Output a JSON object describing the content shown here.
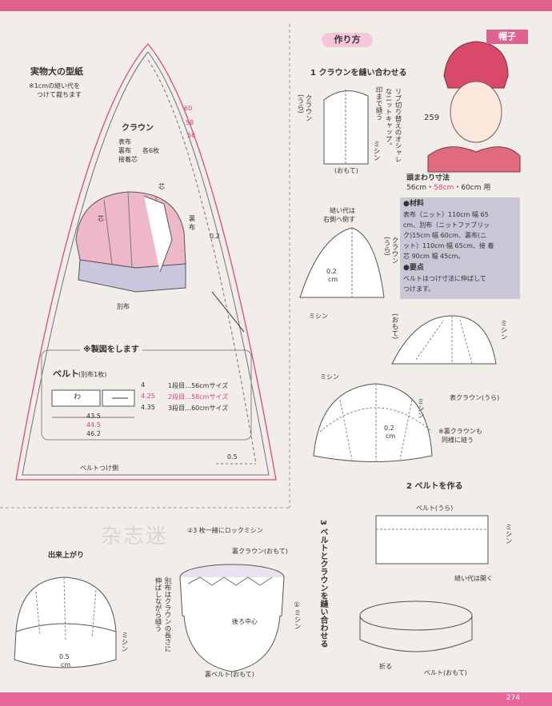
{
  "page": {
    "number": "274",
    "category_tag": "帽子",
    "section_title": "作り方",
    "watermark": "杂志迷"
  },
  "pattern": {
    "title": "実物大の型紙",
    "note": [
      "※1cmの縫い代を",
      "つけて裁ちます"
    ],
    "crown_label": "クラウン",
    "crown_fabrics": [
      "表布",
      "裏布",
      "接着芯"
    ],
    "crown_count": "各6枚",
    "size_marks": [
      "60",
      "58",
      "56"
    ],
    "seam_value": "0.2",
    "diagram_labels": {
      "core1": "芯",
      "core2": "芯",
      "lining": [
        "裏",
        "布"
      ],
      "separate": "別布"
    },
    "drafting_title": "※製図をします",
    "belt_title": "ベルト",
    "belt_note": "(別布1枚)",
    "belt_fold": "わ",
    "heights": [
      "4",
      "4.25",
      "4.35"
    ],
    "rows": [
      "1段目…56cmサイズ",
      "2段目…58cmサイズ",
      "3段目…60cmサイズ"
    ],
    "lengths": [
      "43.5",
      "44.5",
      "46.2"
    ],
    "belt_side": "ベルトつけ側",
    "belt_side_value": "0.5"
  },
  "hat": {
    "number": "259",
    "caption": [
      "リブ切り替えのオシャレ",
      "なニットキャップ。"
    ],
    "head_title": "頭まわり寸法",
    "head_sizes": {
      "s1": "56cm・",
      "s2": "58cm",
      "s3": "・60cm 用"
    }
  },
  "materials": {
    "heading": "●材料",
    "text": [
      "表布（ニット）110cm 幅 65",
      "cm、別布（ニットファブリッ",
      "ク)15cm 幅 60cm、裏布(ニ",
      "ット）110cm 幅 65cm、接 着",
      "芯 90cm 幅 45cm。"
    ],
    "point_heading": "●要点",
    "point_text": [
      "ベルトはつけ寸法に伸ばして",
      "つけます。"
    ]
  },
  "steps": {
    "s1": {
      "title": "1 クラウンを縫い合わせる",
      "crown_back": [
        "クラウン",
        "(うら)"
      ],
      "sew_to": [
        "印まで縫う"
      ],
      "front": "(おもて)",
      "machine": "ミシン",
      "seam_fold": [
        "縫い代は",
        "右側へ倒す"
      ],
      "crown2": [
        "クラウン",
        "(うら)"
      ],
      "seam_02": [
        "0.2",
        "cm"
      ],
      "machine2": "ミシン",
      "front2": "(おもて)",
      "machine3": "ミシン",
      "machine4": "ミシン",
      "outer_crown": "表クラウン(うら)",
      "machine5": "ミシン",
      "seam_02b": [
        "0.2",
        "cm"
      ],
      "back_note": [
        "※裏クラウンも",
        "同様に縫う"
      ]
    },
    "s2": {
      "title": "2 ベルトを作る",
      "belt_back": "ベルト(うら)",
      "machine": "ミシン",
      "open_seam": "縫い代は開く",
      "fold": "折る",
      "belt_front": "ベルト(おもて)"
    },
    "s3": {
      "title": "3 ベルトとクラウンを縫い合わせる",
      "overlock": "②3 枚一緒にロックミシン",
      "back_crown": "裏クラウン(おもて)",
      "stretch": [
        "別布はクラウンの長さに",
        "伸ばしながら縫う"
      ],
      "back_center": "後ろ中心",
      "machine": "①ミシン",
      "back_belt": "裏ベルト(おもて)"
    }
  },
  "finished": {
    "title": "出来上がり",
    "machine": "ミシン",
    "seam": [
      "0.5",
      "cm"
    ]
  }
}
